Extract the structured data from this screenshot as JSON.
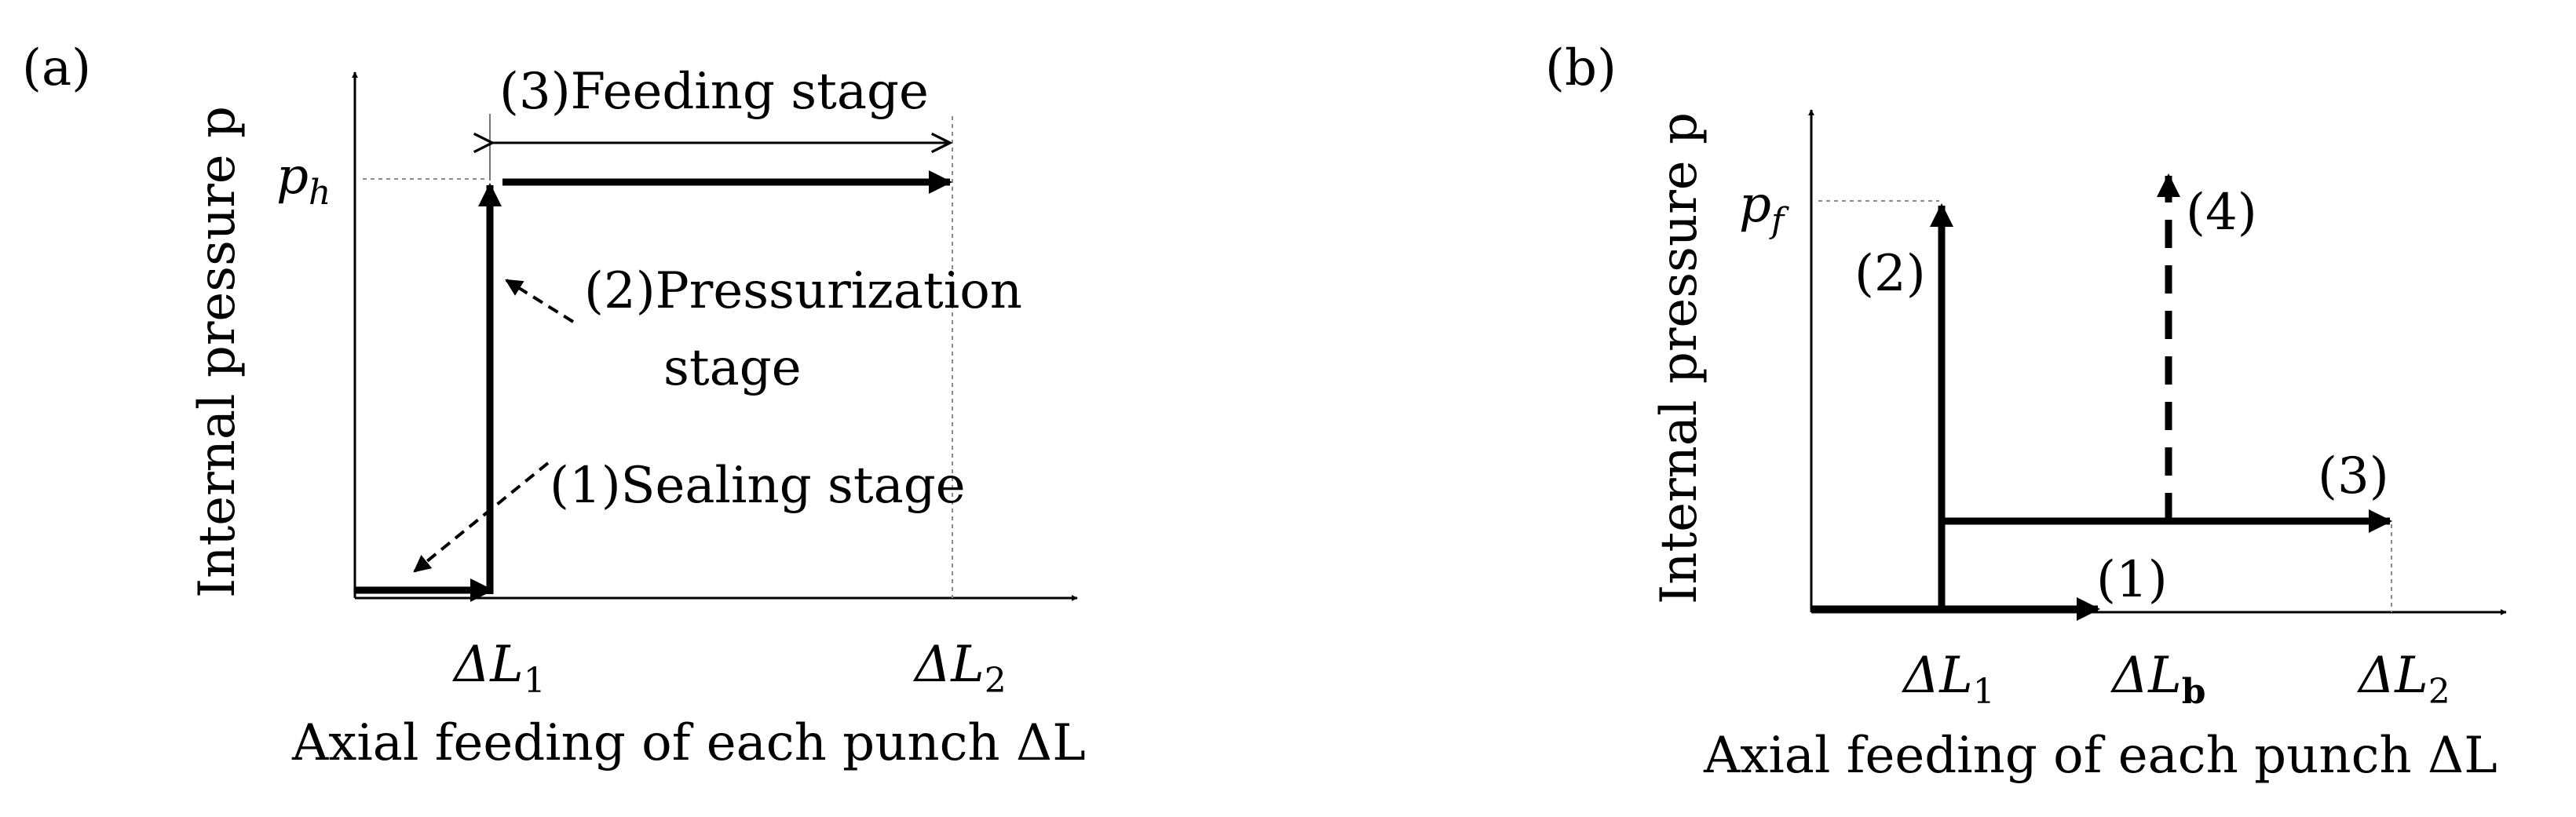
{
  "colors": {
    "ink": "#000000",
    "guide": "#8a8a8a",
    "background": "#ffffff"
  },
  "panel_a": {
    "label": "(a)",
    "y_axis_label": "Internal pressure p",
    "x_axis_label": "Axial feeding of each punch ΔL",
    "y_tick": {
      "main": "p",
      "sub": "h"
    },
    "x_tick_1": {
      "main": "ΔL",
      "sub": "1"
    },
    "x_tick_2": {
      "main": "ΔL",
      "sub": "2"
    },
    "stage_1": "(1)Sealing stage",
    "stage_2_line1": "(2)Pressurization",
    "stage_2_line2": "stage",
    "stage_3": "(3)Feeding stage"
  },
  "panel_b": {
    "label": "(b)",
    "y_axis_label": "Internal pressure p",
    "x_axis_label": "Axial feeding of each punch ΔL",
    "y_tick": {
      "main": "p",
      "sub": "f"
    },
    "x_tick_1": {
      "main": "ΔL",
      "sub": "1"
    },
    "x_tick_b": {
      "main": "ΔL",
      "sub": "b"
    },
    "x_tick_2": {
      "main": "ΔL",
      "sub": "2"
    },
    "path_1": "(1)",
    "path_2": "(2)",
    "path_3": "(3)",
    "path_4": "(4)"
  }
}
